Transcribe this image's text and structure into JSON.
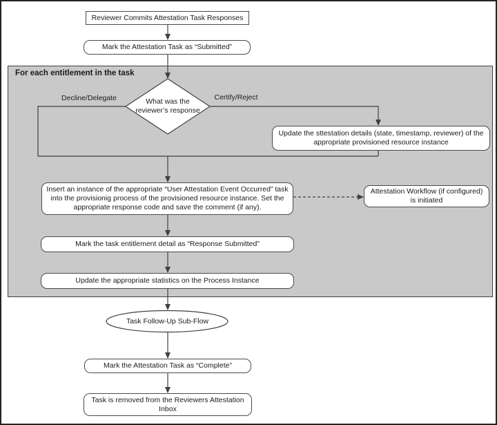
{
  "colors": {
    "loop-bg": "#c9c9c9",
    "line": "#3f3f3f",
    "node-border": "#4a4a4a",
    "node-bg": "#ffffff",
    "text": "#1a1a1a"
  },
  "nodes": {
    "start": "Reviewer Commits Attestation Task Responses",
    "mark_submitted": "Mark the Attestation Task as “Submitted”",
    "loop_title": "For each entitlement in the task",
    "decision": "What was the reviewer’s response",
    "branch_left": "Decline/Delegate",
    "branch_right": "Certify/Reject",
    "update_attestation": "Update the sttestation details (state, timestamp, reviewer) of the appropriate provisioned resource instance",
    "insert_event": "Insert an instance of the appropriate “User Attestation Event Occurred” task into the provisionig process of the provisioned resource instance. Set the appropriate response code and save the comment (if any).",
    "workflow_initiated": "Attestation Workflow (if configured) is initiated",
    "mark_entitlement": "Mark the task entitlement detail as “Response Submitted”",
    "update_statistics": "Update the appropriate statistics on the Process Instance",
    "subflow": "Task Follow-Up Sub-Flow",
    "mark_complete": "Mark the Attestation Task as “Complete”",
    "task_removed": "Task is removed from the Reviewers Attestation Inbox"
  }
}
